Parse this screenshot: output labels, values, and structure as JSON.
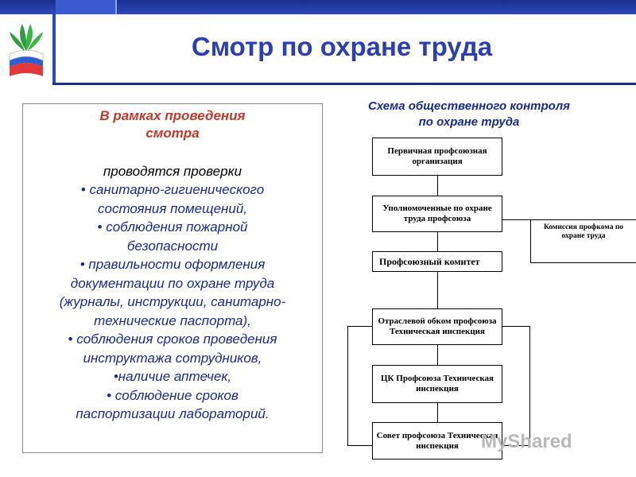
{
  "page": {
    "title": "Смотр по охране труда"
  },
  "left_panel": {
    "heading_line1": "В рамках проведения",
    "heading_line2": "смотра",
    "intro": "проводятся проверки",
    "items": [
      "• санитарно-гигиенического",
      "состояния помещений,",
      "• соблюдения пожарной",
      "безопасности",
      "• правильности оформления",
      "документации по охране труда",
      "(журналы, инструкции, санитарно-",
      "технические паспорта),",
      "• соблюдения сроков проведения",
      "инструктажа сотрудников,",
      "•наличие аптечек,",
      "• соблюдение сроков",
      "паспортизации лабораторий."
    ]
  },
  "scheme": {
    "title_line1": "Схема общественного контроля",
    "title_line2": "по охране труда",
    "nodes": {
      "primary_org": "Первичная профсоюзная организация",
      "authorized": "Уполномоченные по охране труда профсоюза",
      "committee": "Профсоюзный комитет",
      "commission": "Комиссия профкома по охране труда",
      "regional": "Отраслевой обком профсоюза Техническая инспекция",
      "ck": "ЦК Профсоюза Техническая инспекция",
      "council": "Совет профсоюза Техническая инспекция"
    }
  },
  "watermark": {
    "text": "MyShared"
  },
  "colors": {
    "title": "#2b3fb0",
    "heading": "#c0392b",
    "body_text": "#1a2a8a",
    "topbar": "#1a2f8f"
  }
}
